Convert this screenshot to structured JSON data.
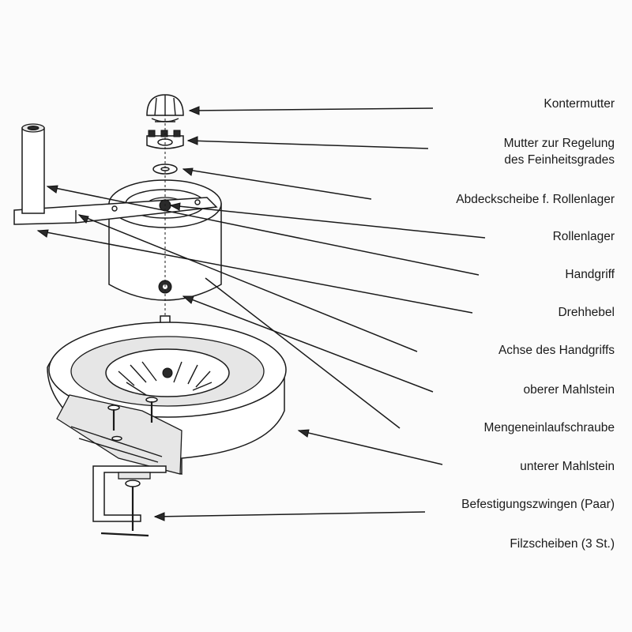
{
  "labels": [
    {
      "id": "kontermutter",
      "text": "Kontermutter"
    },
    {
      "id": "mutter-regelung",
      "text": "Mutter zur Regelung\ndes Feinheitsgrades"
    },
    {
      "id": "abdeckscheibe",
      "text": "Abdeckscheibe f. Rollenlager"
    },
    {
      "id": "rollenlager",
      "text": "Rollenlager"
    },
    {
      "id": "handgriff",
      "text": "Handgriff"
    },
    {
      "id": "drehhebel",
      "text": "Drehhebel"
    },
    {
      "id": "achse",
      "text": "Achse des Handgriffs"
    },
    {
      "id": "oberer-mahlstein",
      "text": "oberer Mahlstein"
    },
    {
      "id": "mengeneinlaufschraube",
      "text": "Mengeneinlaufschraube"
    },
    {
      "id": "unterer-mahlstein",
      "text": "unterer Mahlstein"
    },
    {
      "id": "befestigungszwingen",
      "text": "Befestigungszwingen (Paar)"
    },
    {
      "id": "filzscheiben",
      "text": "Filzscheiben (3 St.)"
    }
  ]
}
